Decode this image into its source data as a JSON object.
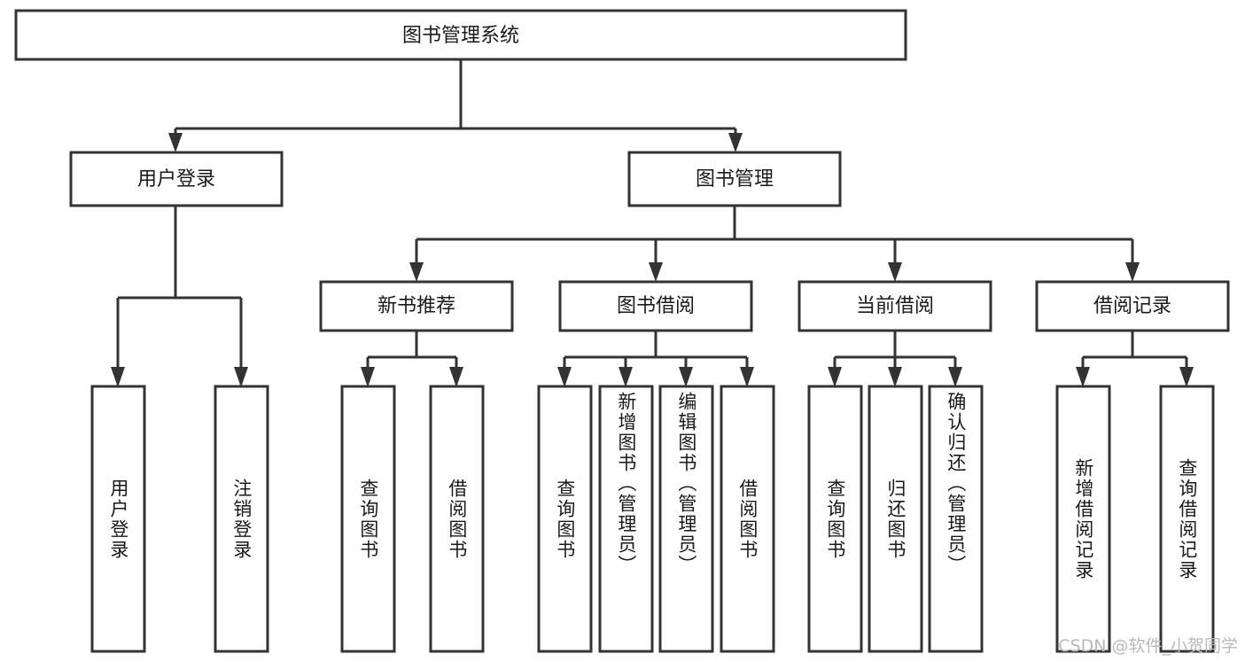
{
  "diagram": {
    "type": "tree",
    "title_node": "图书管理系统",
    "colors": {
      "box_stroke": "#333333",
      "box_fill": "#ffffff",
      "text": "#1a1a1a",
      "watermark": "#b9b9b9",
      "background": "#ffffff"
    },
    "levels": {
      "level1": [
        "图书管理系统"
      ],
      "level2": [
        "用户登录",
        "图书管理"
      ],
      "level3": [
        "新书推荐",
        "图书借阅",
        "当前借阅",
        "借阅记录"
      ],
      "level4": [
        "用户登录",
        "注销登录",
        "查询图书",
        "借阅图书",
        "查询图书",
        "新增图书（管理员）",
        "编辑图书（管理员）",
        "借阅图书",
        "查询图书",
        "归还图书",
        "确认归还（管理员）",
        "新增借阅记录",
        "查询借阅记录"
      ]
    },
    "nodes": {
      "root": {
        "label": "图书管理系统"
      },
      "user_login": {
        "label": "用户登录"
      },
      "book_manage": {
        "label": "图书管理"
      },
      "new_book_rec": {
        "label": "新书推荐"
      },
      "book_borrow": {
        "label": "图书借阅"
      },
      "current_borrow": {
        "label": "当前借阅"
      },
      "borrow_record": {
        "label": "借阅记录"
      },
      "leaf_user_login": {
        "label": "用户登录"
      },
      "leaf_logout": {
        "label": "注销登录"
      },
      "leaf_query_book_1": {
        "label": "查询图书"
      },
      "leaf_borrow_book_1": {
        "label": "借阅图书"
      },
      "leaf_query_book_2": {
        "label": "查询图书"
      },
      "leaf_add_book": {
        "label": "新增图书（管理员）"
      },
      "leaf_edit_book": {
        "label": "编辑图书（管理员）"
      },
      "leaf_borrow_book_2": {
        "label": "借阅图书"
      },
      "leaf_query_book_3": {
        "label": "查询图书"
      },
      "leaf_return_book": {
        "label": "归还图书"
      },
      "leaf_confirm_return": {
        "label": "确认归还（管理员）"
      },
      "leaf_add_record": {
        "label": "新增借阅记录"
      },
      "leaf_query_record": {
        "label": "查询借阅记录"
      }
    },
    "edges": [
      {
        "from": "root",
        "to": "user_login"
      },
      {
        "from": "root",
        "to": "book_manage"
      },
      {
        "from": "user_login",
        "to": "leaf_user_login"
      },
      {
        "from": "user_login",
        "to": "leaf_logout"
      },
      {
        "from": "book_manage",
        "to": "new_book_rec"
      },
      {
        "from": "book_manage",
        "to": "book_borrow"
      },
      {
        "from": "book_manage",
        "to": "current_borrow"
      },
      {
        "from": "book_manage",
        "to": "borrow_record"
      },
      {
        "from": "new_book_rec",
        "to": "leaf_query_book_1"
      },
      {
        "from": "new_book_rec",
        "to": "leaf_borrow_book_1"
      },
      {
        "from": "book_borrow",
        "to": "leaf_query_book_2"
      },
      {
        "from": "book_borrow",
        "to": "leaf_add_book"
      },
      {
        "from": "book_borrow",
        "to": "leaf_edit_book"
      },
      {
        "from": "book_borrow",
        "to": "leaf_borrow_book_2"
      },
      {
        "from": "current_borrow",
        "to": "leaf_query_book_3"
      },
      {
        "from": "current_borrow",
        "to": "leaf_return_book"
      },
      {
        "from": "current_borrow",
        "to": "leaf_confirm_return"
      },
      {
        "from": "borrow_record",
        "to": "leaf_add_record"
      },
      {
        "from": "borrow_record",
        "to": "leaf_query_record"
      }
    ]
  },
  "watermark": {
    "text": "CSDN @软件_小贺同学"
  }
}
